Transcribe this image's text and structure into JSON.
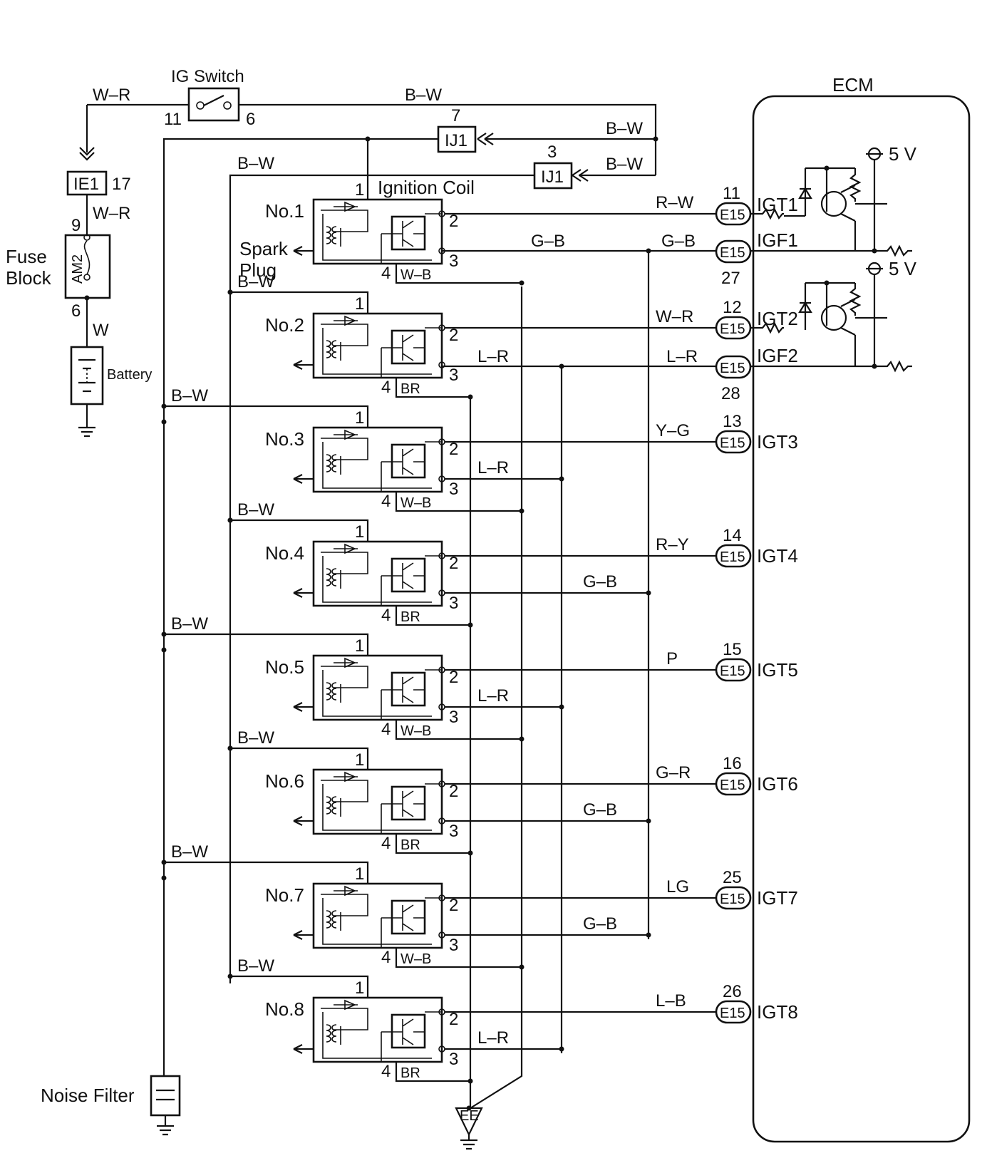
{
  "labels": {
    "ig_switch": "IG Switch",
    "ecm": "ECM",
    "ignition_coil": "Ignition Coil",
    "spark_plug": "Spark\nPlug",
    "fuse_block": "Fuse\nBlock",
    "battery": "Battery",
    "noise_filter": "Noise Filter",
    "fuse": "AM2",
    "ground_ee": "EE"
  },
  "connectors": {
    "ie1": "IE1",
    "ie1_pin": "17",
    "ij1": "IJ1",
    "ij1_a_pin": "7",
    "ij1_b_pin": "3",
    "ig_pin_left": "11",
    "ig_pin_right": "6",
    "fuse_pin_top": "9",
    "fuse_pin_bottom": "6"
  },
  "wires": {
    "w_r": "W–R",
    "b_w": "B–W",
    "w": "W",
    "g_b": "G–B",
    "l_r": "L–R",
    "w_b": "W–B",
    "br": "BR"
  },
  "coil_pins": {
    "p1": "1",
    "p2": "2",
    "p3": "3",
    "p4": "4"
  },
  "ecm_misc": {
    "v5": "5 V",
    "igf1": "IGF1",
    "igf2": "IGF2",
    "igf1_pin": "27",
    "igf2_pin": "28",
    "conn": "E15"
  },
  "coils": [
    {
      "name": "No.1",
      "ground": "W–B",
      "igt_color": "R–W",
      "pin": "11",
      "igt": "IGT1"
    },
    {
      "name": "No.2",
      "ground": "BR",
      "igt_color": "W–R",
      "pin": "12",
      "igt": "IGT2"
    },
    {
      "name": "No.3",
      "ground": "W–B",
      "igt_color": "Y–G",
      "pin": "13",
      "igt": "IGT3"
    },
    {
      "name": "No.4",
      "ground": "BR",
      "igt_color": "R–Y",
      "pin": "14",
      "igt": "IGT4"
    },
    {
      "name": "No.5",
      "ground": "W–B",
      "igt_color": "P",
      "pin": "15",
      "igt": "IGT5"
    },
    {
      "name": "No.6",
      "ground": "BR",
      "igt_color": "G–R",
      "pin": "16",
      "igt": "IGT6"
    },
    {
      "name": "No.7",
      "ground": "W–B",
      "igt_color": "LG",
      "pin": "25",
      "igt": "IGT7"
    },
    {
      "name": "No.8",
      "ground": "BR",
      "igt_color": "L–B",
      "pin": "26",
      "igt": "IGT8"
    }
  ]
}
